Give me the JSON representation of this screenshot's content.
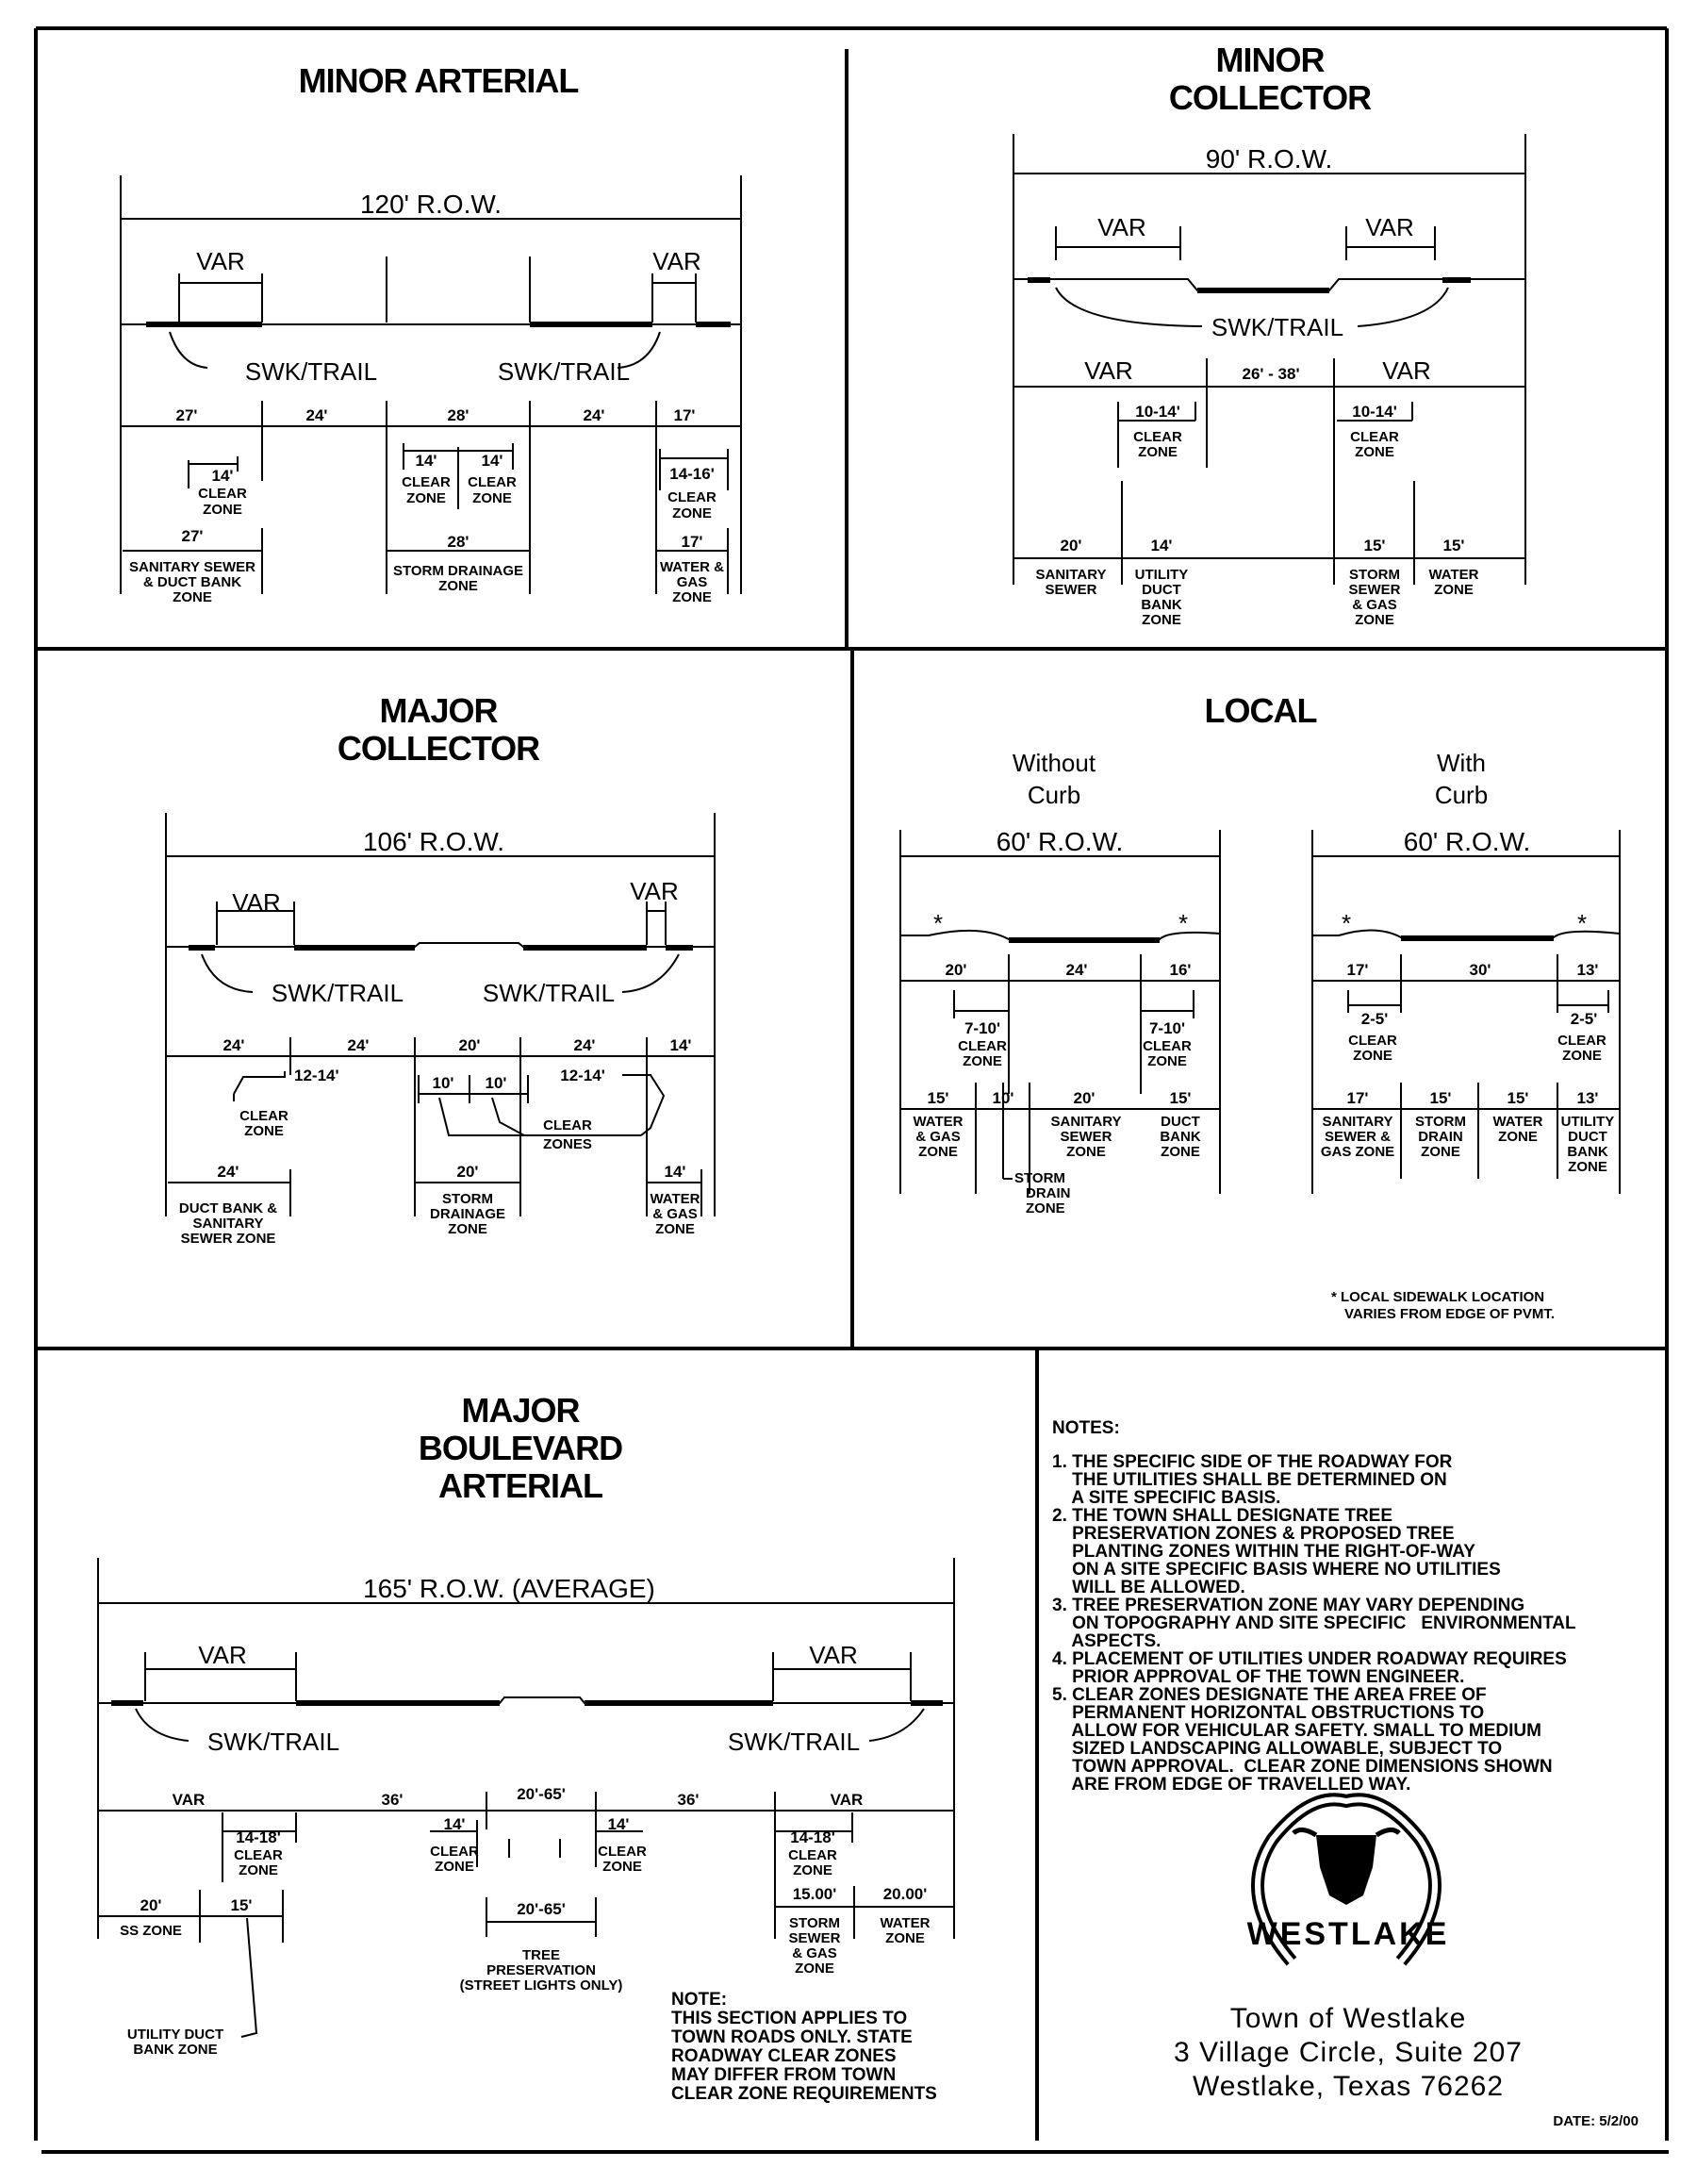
{
  "minor_arterial": {
    "title": "MINOR ARTERIAL",
    "row": "120' R.O.W.",
    "var": "VAR",
    "swk": "SWK/TRAIL",
    "dims": [
      "27'",
      "24'",
      "28'",
      "24'",
      "17'"
    ],
    "clear": [
      "14'",
      "14'",
      "14'",
      "14-16'"
    ],
    "clear_zone": "CLEAR",
    "zone": "ZONE",
    "zone_dims": [
      "27'",
      "28'",
      "17'"
    ],
    "zones": [
      [
        "SANITARY SEWER",
        "& DUCT BANK",
        "ZONE"
      ],
      [
        "STORM DRAINAGE",
        "ZONE"
      ],
      [
        "WATER &",
        "GAS",
        "ZONE"
      ]
    ]
  },
  "minor_collector": {
    "title": [
      "MINOR",
      "COLLECTOR"
    ],
    "row": "90' R.O.W.",
    "var": "VAR",
    "swk": "SWK/TRAIL",
    "dims": [
      "VAR",
      "26' - 38'",
      "VAR"
    ],
    "clear": [
      "10-14'",
      "10-14'"
    ],
    "zone_dims": [
      "20'",
      "14'",
      "15'",
      "15'"
    ],
    "zones": [
      [
        "SANITARY",
        "SEWER"
      ],
      [
        "UTILITY",
        "DUCT",
        "BANK",
        "ZONE"
      ],
      [
        "STORM",
        "SEWER",
        "& GAS",
        "ZONE"
      ],
      [
        "WATER",
        "ZONE"
      ]
    ]
  },
  "major_collector": {
    "title": [
      "MAJOR",
      "COLLECTOR"
    ],
    "row": "106' R.O.W.",
    "var": "VAR",
    "swk": "SWK/TRAIL",
    "dims": [
      "24'",
      "24'",
      "20'",
      "24'",
      "14'"
    ],
    "clear": [
      "12-14'",
      "10'",
      "10'",
      "12-14'"
    ],
    "clear_zones": [
      "CLEAR",
      "ZONES"
    ],
    "zone_dims": [
      "24'",
      "20'",
      "14'"
    ],
    "zones": [
      [
        "DUCT BANK &",
        "SANITARY",
        "SEWER ZONE"
      ],
      [
        "STORM",
        "DRAINAGE",
        "ZONE"
      ],
      [
        "WATER",
        "& GAS",
        "ZONE"
      ]
    ]
  },
  "local": {
    "title": "LOCAL",
    "without": [
      "Without",
      "Curb"
    ],
    "with": [
      "With",
      "Curb"
    ],
    "row": "60' R.O.W.",
    "star": "*",
    "dims_without": [
      "20'",
      "24'",
      "16'"
    ],
    "dims_with": [
      "17'",
      "30'",
      "13'"
    ],
    "clear_without": [
      "7-10'",
      "7-10'"
    ],
    "clear_with": [
      "2-5'",
      "2-5'"
    ],
    "zone_dims_without": [
      "15'",
      "10'",
      "20'",
      "15'"
    ],
    "zone_dims_with": [
      "17'",
      "15'",
      "15'",
      "13'"
    ],
    "zones_without": [
      [
        "WATER",
        "& GAS",
        "ZONE"
      ],
      [
        "SANITARY",
        "SEWER",
        "ZONE"
      ],
      [
        "DUCT",
        "BANK",
        "ZONE"
      ]
    ],
    "storm_drain": [
      "STORM",
      "DRAIN",
      "ZONE"
    ],
    "zones_with": [
      [
        "SANITARY",
        "SEWER &",
        "GAS ZONE"
      ],
      [
        "STORM",
        "DRAIN",
        "ZONE"
      ],
      [
        "WATER",
        "ZONE"
      ],
      [
        "UTILITY",
        "DUCT",
        "BANK",
        "ZONE"
      ]
    ],
    "footnote": [
      "* LOCAL SIDEWALK LOCATION",
      "VARIES FROM EDGE OF PVMT."
    ]
  },
  "major_boulevard": {
    "title": [
      "MAJOR",
      "BOULEVARD",
      "ARTERIAL"
    ],
    "row": "165' R.O.W. (AVERAGE)",
    "var": "VAR",
    "swk": "SWK/TRAIL",
    "dims": [
      "VAR",
      "36'",
      "20'-65'",
      "36'",
      "VAR"
    ],
    "clear": [
      "14-18'",
      "14'",
      "14'",
      "14-18'"
    ],
    "zone_dims": [
      "20'",
      "15'",
      "20'-65'",
      "15.00'",
      "20.00'"
    ],
    "ss_zone": "SS ZONE",
    "utility_duct": [
      "UTILITY DUCT",
      "BANK ZONE"
    ],
    "tree": [
      "TREE",
      "PRESERVATION",
      "(STREET LIGHTS ONLY)"
    ],
    "storm_zone": [
      "STORM",
      "SEWER",
      "& GAS",
      "ZONE"
    ],
    "water_zone": [
      "WATER",
      "ZONE"
    ],
    "note_title": "NOTE:",
    "note": [
      "THIS SECTION APPLIES TO",
      "TOWN ROADS ONLY.  STATE",
      "ROADWAY CLEAR ZONES",
      "MAY DIFFER FROM TOWN",
      "CLEAR ZONE REQUIREMENTS"
    ]
  },
  "notes": {
    "title": "NOTES:",
    "lines": [
      "1. THE SPECIFIC SIDE OF THE ROADWAY FOR",
      "    THE UTILITIES SHALL BE DETERMINED ON",
      "    A SITE SPECIFIC BASIS.",
      "2. THE TOWN SHALL DESIGNATE TREE",
      "    PRESERVATION ZONES & PROPOSED TREE",
      "    PLANTING ZONES WITHIN THE RIGHT-OF-WAY",
      "    ON A SITE SPECIFIC BASIS WHERE NO UTILITIES",
      "    WILL BE ALLOWED.",
      "3. TREE PRESERVATION ZONE MAY VARY DEPENDING",
      "    ON TOPOGRAPHY AND SITE SPECIFIC   ENVIRONMENTAL",
      "    ASPECTS.",
      "4. PLACEMENT OF UTILITIES UNDER ROADWAY REQUIRES",
      "    PRIOR APPROVAL OF THE TOWN ENGINEER.",
      "5. CLEAR ZONES DESIGNATE THE AREA FREE OF",
      "    PERMANENT HORIZONTAL OBSTRUCTIONS TO",
      "    ALLOW FOR VEHICULAR SAFETY. SMALL TO MEDIUM",
      "    SIZED LANDSCAPING ALLOWABLE, SUBJECT TO",
      "    TOWN APPROVAL.  CLEAR ZONE DIMENSIONS SHOWN",
      "    ARE FROM EDGE OF TRAVELLED WAY."
    ],
    "logo_text": "WESTLAKE",
    "address": [
      "Town of Westlake",
      "3 Village Circle, Suite 207",
      "Westlake, Texas 76262"
    ],
    "date": "DATE: 5/2/00"
  }
}
